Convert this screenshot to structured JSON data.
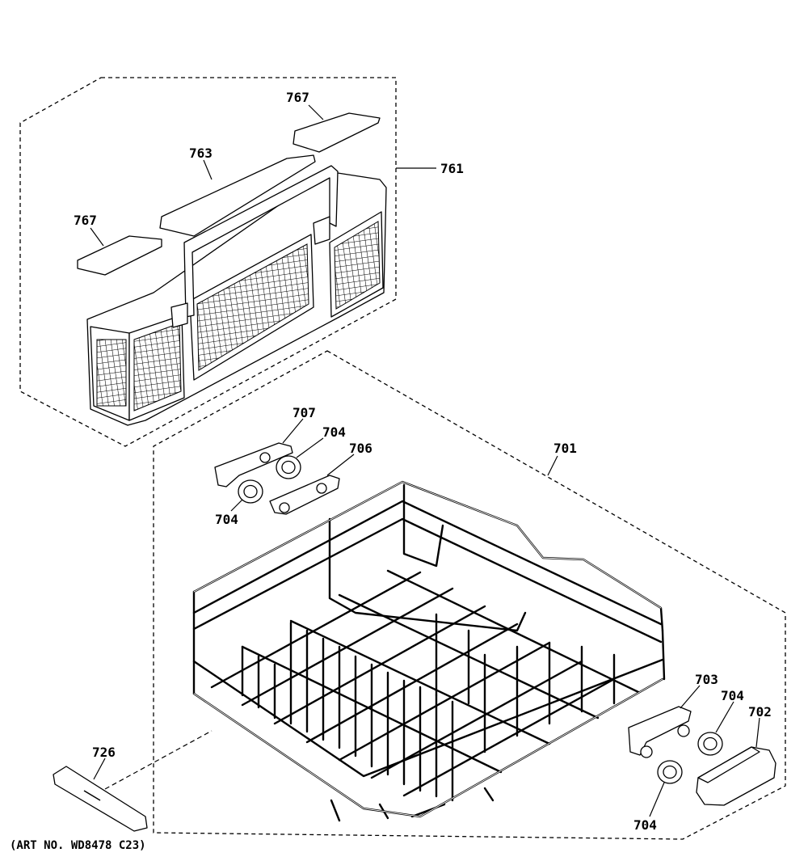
{
  "callouts": {
    "c767_top": "767",
    "c763": "763",
    "c767_left": "767",
    "c761": "761",
    "c707": "707",
    "c704_a": "704",
    "c706": "706",
    "c704_b": "704",
    "c701": "701",
    "c703": "703",
    "c704_c": "704",
    "c702": "702",
    "c726": "726",
    "c704_d": "704"
  },
  "art_number": "(ART NO. WD8478 C23)"
}
